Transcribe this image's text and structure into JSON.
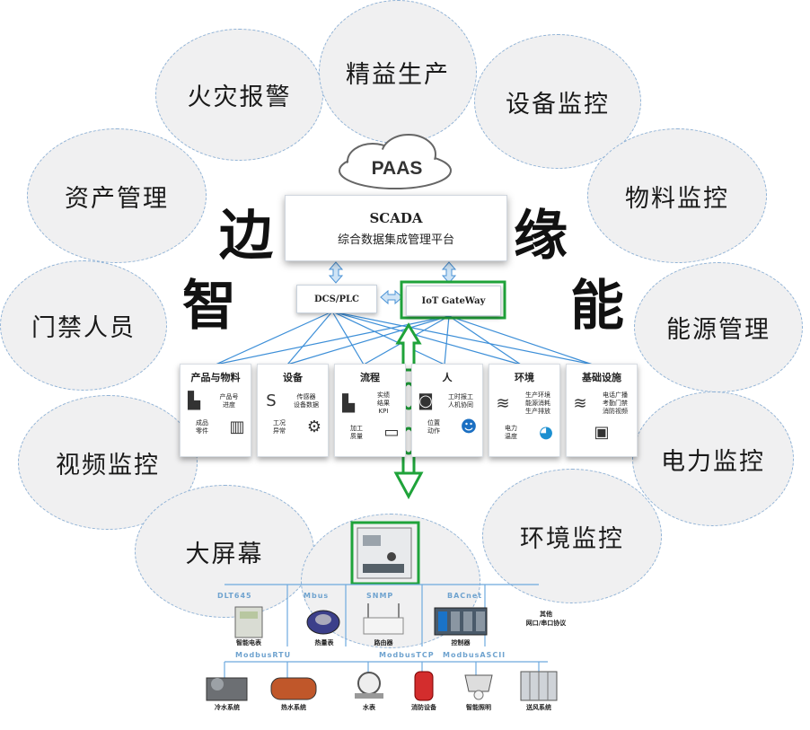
{
  "bubbles": [
    "火灾报警",
    "精益生产",
    "设备监控",
    "资产管理",
    "物料监控",
    "门禁人员",
    "能源管理",
    "视频监控",
    "电力监控",
    "大屏幕",
    "环境监控"
  ],
  "big_chars": {
    "bian": "边",
    "yuan": "缘",
    "zhi": "智",
    "neng": "能"
  },
  "cloud_label": "PAAS",
  "scada": {
    "title": "SCADA",
    "subtitle": "综合数据集成管理平台"
  },
  "dcs_label": "DCS/PLC",
  "gateway_label": "IoT GateWay",
  "panels": [
    {
      "title": "产品与物料",
      "line1": "产品号\n进度",
      "line2": "成品\n零件"
    },
    {
      "title": "设备",
      "line1": "传感器\n设备数据",
      "line2": "工况\n异常"
    },
    {
      "title": "流程",
      "line1": "实绩\n结果\nKPI",
      "line2": "加工\n质量"
    },
    {
      "title": "人",
      "line1": "工时报工\n人机协同",
      "line2": "位置\n动作"
    },
    {
      "title": "环境",
      "line1": "生产环境\n能源消耗\n生产排放",
      "line2": "电力\n温度"
    },
    {
      "title": "基础设施",
      "line1": "电话广播\n考勤门禁\n消防视频",
      "line2": ""
    }
  ],
  "protocols": {
    "dlt": "DLT645",
    "mbus": "Mbus",
    "snmp": "SNMP",
    "bacnet": "BACnet",
    "rtu": "ModbusRTU",
    "tcp": "ModbusTCP",
    "ascii": "ModbusASCII"
  },
  "other": {
    "line1": "其他",
    "line2": "网口/串口协议"
  },
  "devices_top": [
    "智能电表",
    "热量表",
    "路由器",
    "控制器"
  ],
  "devices_bottom": [
    "冷水系统",
    "热水系统",
    "水表",
    "消防设备",
    "智能照明",
    "送风系统"
  ],
  "colors": {
    "accent_green": "#1fa33a",
    "line_blue": "#3d8fd8",
    "bubble_fill": "#f0f0f1"
  }
}
